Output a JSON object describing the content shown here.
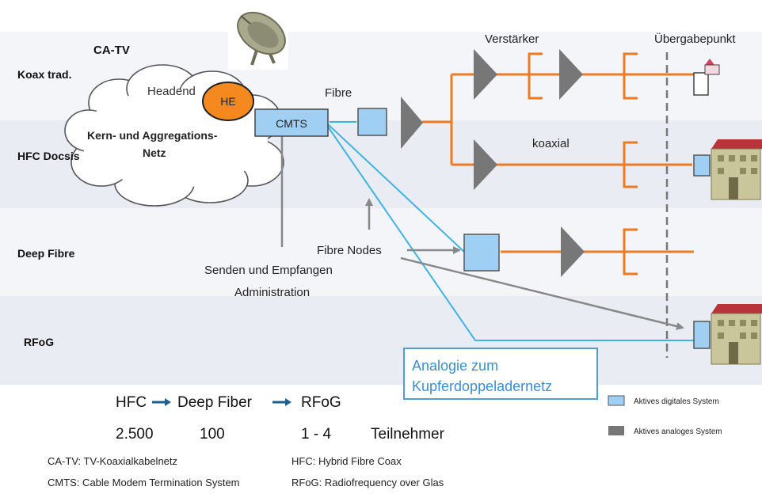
{
  "rows": {
    "ca_tv": "CA-TV",
    "koax": "Koax trad.",
    "hfc": "HFC Docsis",
    "deep": "Deep Fibre",
    "rfog": "RFoG"
  },
  "network": {
    "headend": "Headend",
    "he": "HE",
    "cmts": "CMTS",
    "cloud_line1": "Kern- und Aggregations-",
    "cloud_line2": "Netz"
  },
  "labels": {
    "fibre": "Fibre",
    "verstaerker": "Verstärker",
    "uebergabepunkt": "Übergabepunkt",
    "koaxial": "koaxial",
    "fibre_nodes": "Fibre Nodes",
    "senden": "Senden und Empfangen",
    "administration": "Administration"
  },
  "analogy": {
    "line1": "Analogie zum",
    "line2": "Kupferdoppeladernetz"
  },
  "progression": {
    "items": [
      "HFC",
      "Deep Fiber",
      "RFoG"
    ],
    "counts": [
      "2.500",
      "100",
      "1 - 4"
    ],
    "unit": "Teilnehmer"
  },
  "legend": {
    "digital": "Aktives digitales System",
    "analog": "Aktives analoges System"
  },
  "glossary": {
    "catv": "CA-TV: TV-Koaxialkabelnetz",
    "hfc": "HFC: Hybrid Fibre Coax",
    "cmts": "CMTS: Cable Modem Termination System",
    "rfog": "RFoG: Radiofrequency over Glas"
  },
  "colors": {
    "band": "#e9edf3",
    "coax": "#f07a22",
    "fibre": "#3fb4e0",
    "digital_fill": "#9fd0f4",
    "analog": "#777777",
    "he_fill": "#f5891f",
    "analogy_border": "#4f9fd6",
    "analogy_text": "#3d8ecb",
    "arrow_blue": "#1f5f8b"
  }
}
